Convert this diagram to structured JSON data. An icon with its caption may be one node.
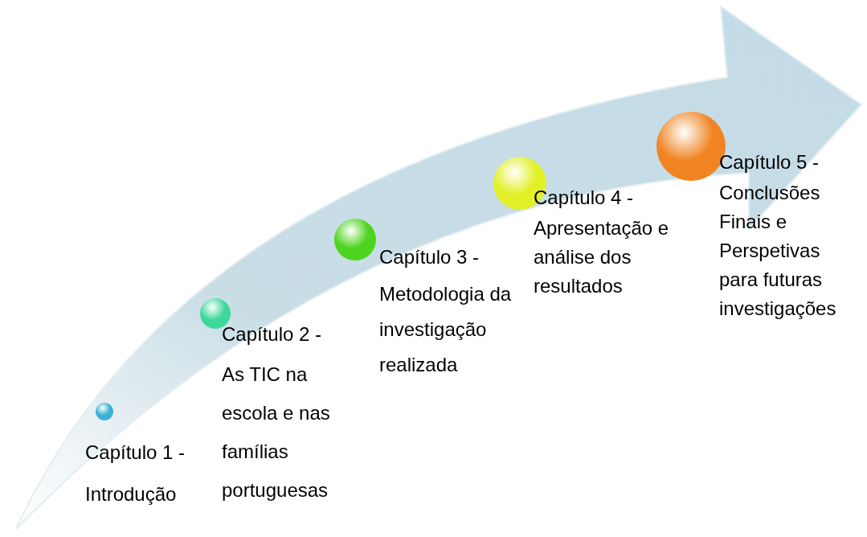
{
  "diagram": {
    "nodes": [
      {
        "text": [],
        "shape": "circle",
        "beside": [
          "Capítulo 1 -",
          "Introdução"
        ]
      },
      {
        "text": [],
        "shape": "circle",
        "beside": [
          "Capítulo 2 -",
          "As TIC na escola e nas famílias portuguesas"
        ]
      },
      {
        "text": [],
        "shape": "circle",
        "beside": [
          "Capítulo 3 -",
          "Metodologia da investigação realizada"
        ]
      },
      {
        "text": [],
        "shape": "circle",
        "beside": [
          "Capítulo 4 -",
          "Apresentação e análise dos resultados"
        ]
      },
      {
        "text": [],
        "shape": "circle",
        "beside": [
          "Capítulo 5 -",
          "Conclusões Finais e Perspetivas para futuras investigações"
        ]
      }
    ]
  }
}
